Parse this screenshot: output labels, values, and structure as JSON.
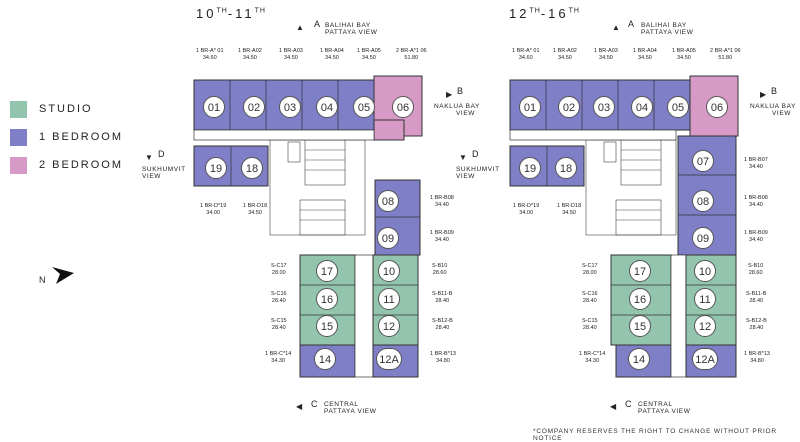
{
  "titles": {
    "left_base": "10",
    "left_sup1": "TH",
    "left_dash": "-11",
    "left_sup2": "TH",
    "right_base": "12",
    "right_sup1": "TH",
    "right_dash": "-16",
    "right_sup2": "TH"
  },
  "legend": [
    {
      "label": "STUDIO",
      "color": "#93c5ae"
    },
    {
      "label": "1 BEDROOM",
      "color": "#7f7fc8"
    },
    {
      "label": "2 BEDROOM",
      "color": "#d79ac6"
    }
  ],
  "colors": {
    "studio": "#93c5ae",
    "one_bed": "#7f7fc8",
    "two_bed": "#d79ac6",
    "core": "#ffffff",
    "wall": "#333333"
  },
  "north_label": "N",
  "views": {
    "a_letter": "A",
    "a_line1": "BALIHAI BAY",
    "a_line2": "PATTAYA VIEW",
    "b_letter": "B",
    "b_line1": "NAKLUA BAY",
    "b_line2": "VIEW",
    "c_letter": "C",
    "c_line1": "CENTRAL",
    "c_line2": "PATTAYA VIEW",
    "d_letter": "D",
    "d_line1": "SUKHUMVIT",
    "d_line2": "VIEW"
  },
  "top_units": [
    {
      "name": "1 BR-A* 01",
      "size": "34.60"
    },
    {
      "name": "1 BR-A02",
      "size": "34.50"
    },
    {
      "name": "1 BR-A03",
      "size": "34.50"
    },
    {
      "name": "1 BR-A04",
      "size": "34.50"
    },
    {
      "name": "1 BR-A05",
      "size": "34.50"
    },
    {
      "name": "2 BR-A*1 06",
      "size": "51.80"
    }
  ],
  "d_units": [
    {
      "name": "1 BR-D*19",
      "size": "34.00"
    },
    {
      "name": "1 BR-D18",
      "size": "34.50"
    }
  ],
  "left_units": [
    {
      "name": "S-C17",
      "size": "28.00"
    },
    {
      "name": "S-C16",
      "size": "28.40"
    },
    {
      "name": "S-C15",
      "size": "28.40"
    },
    {
      "name": "1 BR-C*14",
      "size": "34.30"
    }
  ],
  "right_units_left_plan": [
    {
      "name": "1 BR-B08",
      "size": "34.40"
    },
    {
      "name": "1 BR-B09",
      "size": "34.40"
    },
    {
      "name": "S-B10",
      "size": "28.60"
    },
    {
      "name": "S-B11-B",
      "size": "28.40"
    },
    {
      "name": "S-B12-B",
      "size": "28.40"
    },
    {
      "name": "1 BR-B*13",
      "size": "34.80"
    }
  ],
  "right_units_right_plan": [
    {
      "name": "1 BR-B07",
      "size": "34.40"
    },
    {
      "name": "1 BR-B08",
      "size": "34.40"
    },
    {
      "name": "1 BR-B09",
      "size": "34.40"
    },
    {
      "name": "S-B10",
      "size": "28.60"
    },
    {
      "name": "S-B11-B",
      "size": "28.40"
    },
    {
      "name": "S-B12-B",
      "size": "28.40"
    },
    {
      "name": "1 BR-B*13",
      "size": "34.80"
    }
  ],
  "unit_numbers": {
    "top": [
      "01",
      "02",
      "03",
      "04",
      "05",
      "06"
    ],
    "d": [
      "19",
      "18"
    ],
    "studio": [
      "17",
      "16",
      "15"
    ],
    "b_right": [
      "10",
      "11",
      "12"
    ],
    "c14": "14",
    "b13": "12A",
    "b07": "07",
    "b08": "08",
    "b09": "09"
  },
  "notice": "*COMPANY RESERVES THE RIGHT TO CHANGE WITHOUT PRIOR NOTICE"
}
